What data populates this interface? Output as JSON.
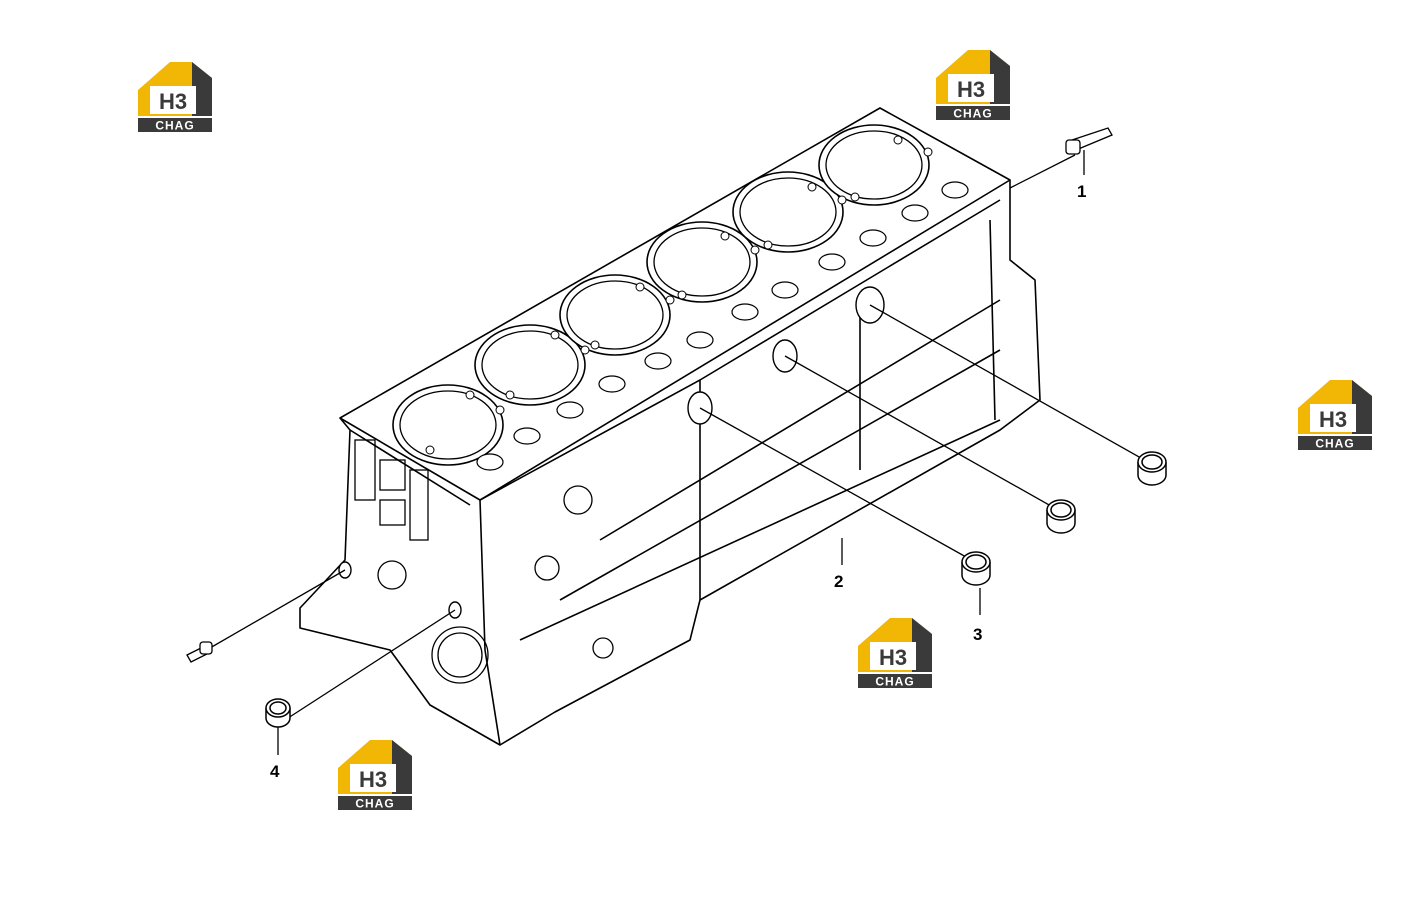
{
  "diagram": {
    "callouts": [
      {
        "id": "1",
        "label": "1"
      },
      {
        "id": "2",
        "label": "2"
      },
      {
        "id": "3",
        "label": "3"
      },
      {
        "id": "4",
        "label": "4"
      }
    ]
  },
  "watermark": {
    "text_top": "H3",
    "text_bottom": "CHAG",
    "colors": {
      "yellow": "#f2b705",
      "dark": "#3a3a3a"
    }
  }
}
